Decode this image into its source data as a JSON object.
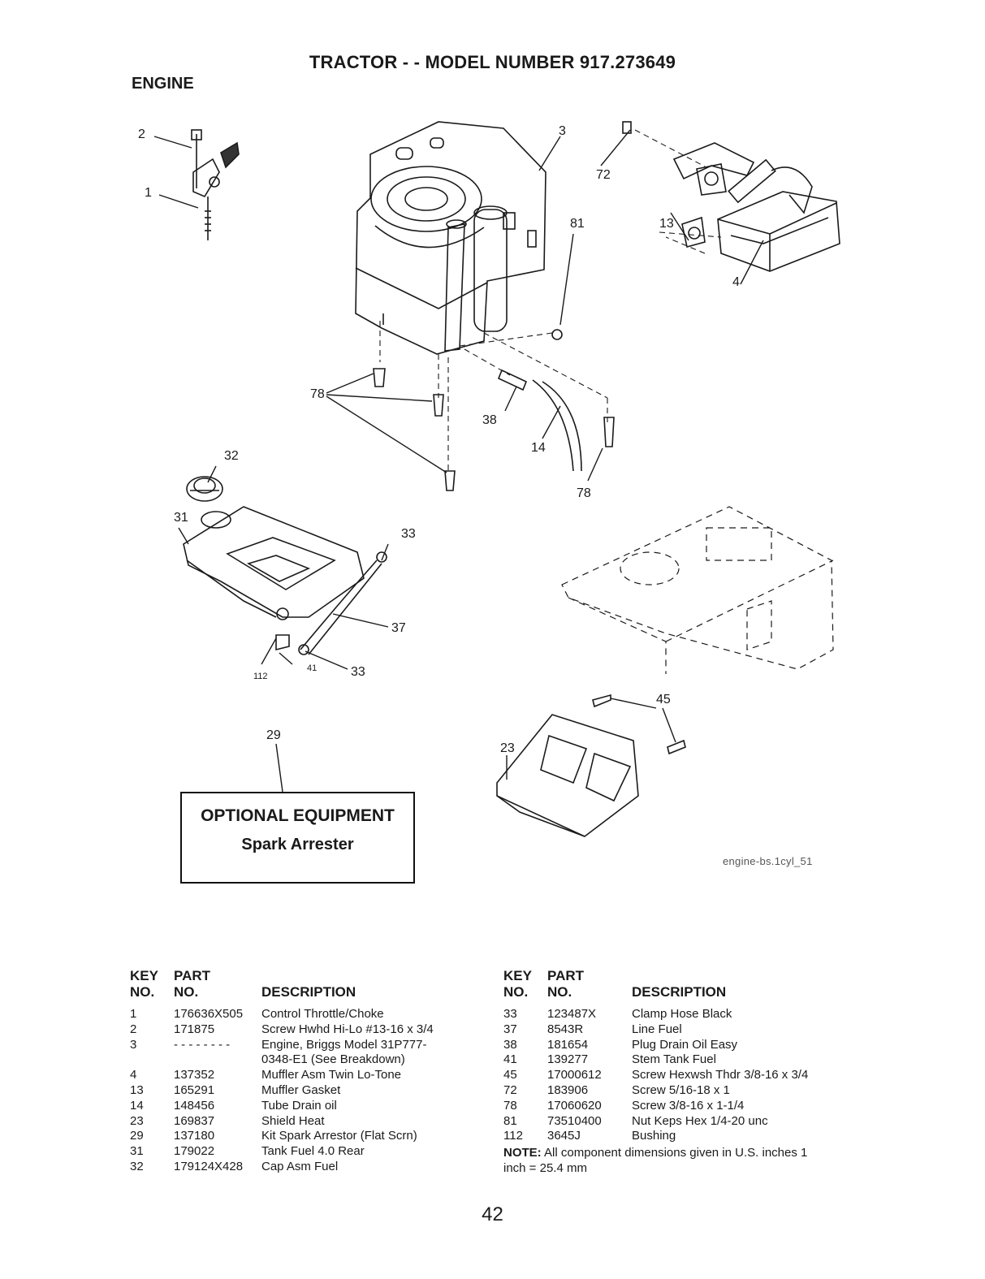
{
  "header": {
    "title": "TRACTOR - - MODEL NUMBER 917.273649",
    "section": "ENGINE"
  },
  "diagram": {
    "callouts": [
      "2",
      "1",
      "3",
      "72",
      "13",
      "4",
      "81",
      "78",
      "38",
      "14",
      "78",
      "32",
      "31",
      "33",
      "37",
      "112",
      "41",
      "33",
      "45",
      "23",
      "29"
    ],
    "figure_ref": "engine-bs.1cyl_51"
  },
  "optional_equipment": {
    "title": "OPTIONAL EQUIPMENT",
    "item": "Spark Arrester"
  },
  "parts_table": {
    "headers": {
      "key_line1": "KEY",
      "key_line2": "NO.",
      "part_line1": "PART",
      "part_line2": "NO.",
      "description": "DESCRIPTION"
    },
    "left": [
      [
        "1",
        "176636X505",
        "Control Throttle/Choke"
      ],
      [
        "2",
        "171875",
        "Screw Hwhd Hi-Lo #13-16 x 3/4"
      ],
      [
        "3",
        "- - - - - - - -",
        "Engine, Briggs Model 31P777-"
      ],
      [
        "",
        "",
        "0348-E1 (See Breakdown)"
      ],
      [
        "4",
        "137352",
        "Muffler Asm Twin Lo-Tone"
      ],
      [
        "13",
        "165291",
        "Muffler Gasket"
      ],
      [
        "14",
        "148456",
        "Tube Drain oil"
      ],
      [
        "23",
        "169837",
        "Shield Heat"
      ],
      [
        "29",
        "137180",
        "Kit Spark Arrestor (Flat Scrn)"
      ],
      [
        "31",
        "179022",
        "Tank Fuel 4.0 Rear"
      ],
      [
        "32",
        "179124X428",
        "Cap Asm Fuel"
      ]
    ],
    "right": [
      [
        "33",
        "123487X",
        "Clamp Hose Black"
      ],
      [
        "37",
        "8543R",
        "Line Fuel"
      ],
      [
        "38",
        "181654",
        "Plug Drain Oil Easy"
      ],
      [
        "41",
        "139277",
        "Stem Tank Fuel"
      ],
      [
        "45",
        "17000612",
        "Screw Hexwsh Thdr 3/8-16 x 3/4"
      ],
      [
        "72",
        "183906",
        "Screw 5/16-18 x 1"
      ],
      [
        "78",
        "17060620",
        "Screw 3/8-16 x 1-1/4"
      ],
      [
        "81",
        "73510400",
        "Nut Keps Hex 1/4-20 unc"
      ],
      [
        "112",
        "3645J",
        "Bushing"
      ]
    ]
  },
  "note": {
    "label": "NOTE:",
    "text": "All component dimensions given in U.S. inches 1 inch = 25.4 mm"
  },
  "page_number": "42"
}
